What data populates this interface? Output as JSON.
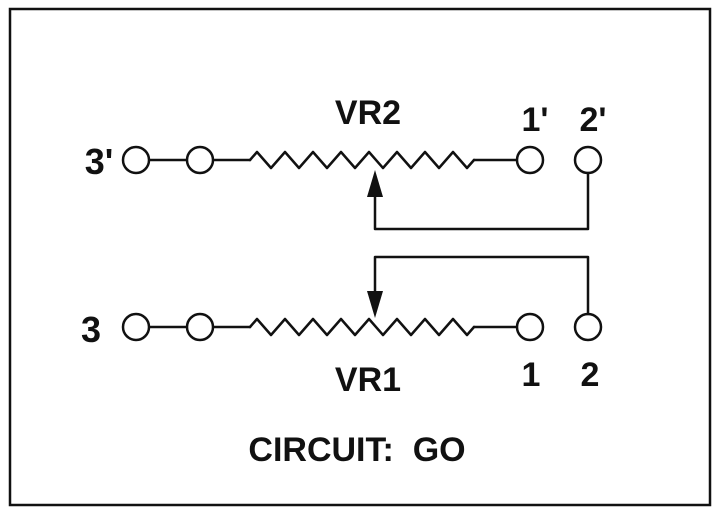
{
  "colors": {
    "line": "#111111",
    "background": "#ffffff"
  },
  "labels": {
    "vr2": "VR2",
    "vr1": "VR1",
    "pin_3_prime": "3'",
    "pin_1_prime": "1'",
    "pin_2_prime": "2'",
    "pin_3": "3",
    "pin_1": "1",
    "pin_2": "2",
    "circuit": "CIRCUIT:  GO"
  }
}
